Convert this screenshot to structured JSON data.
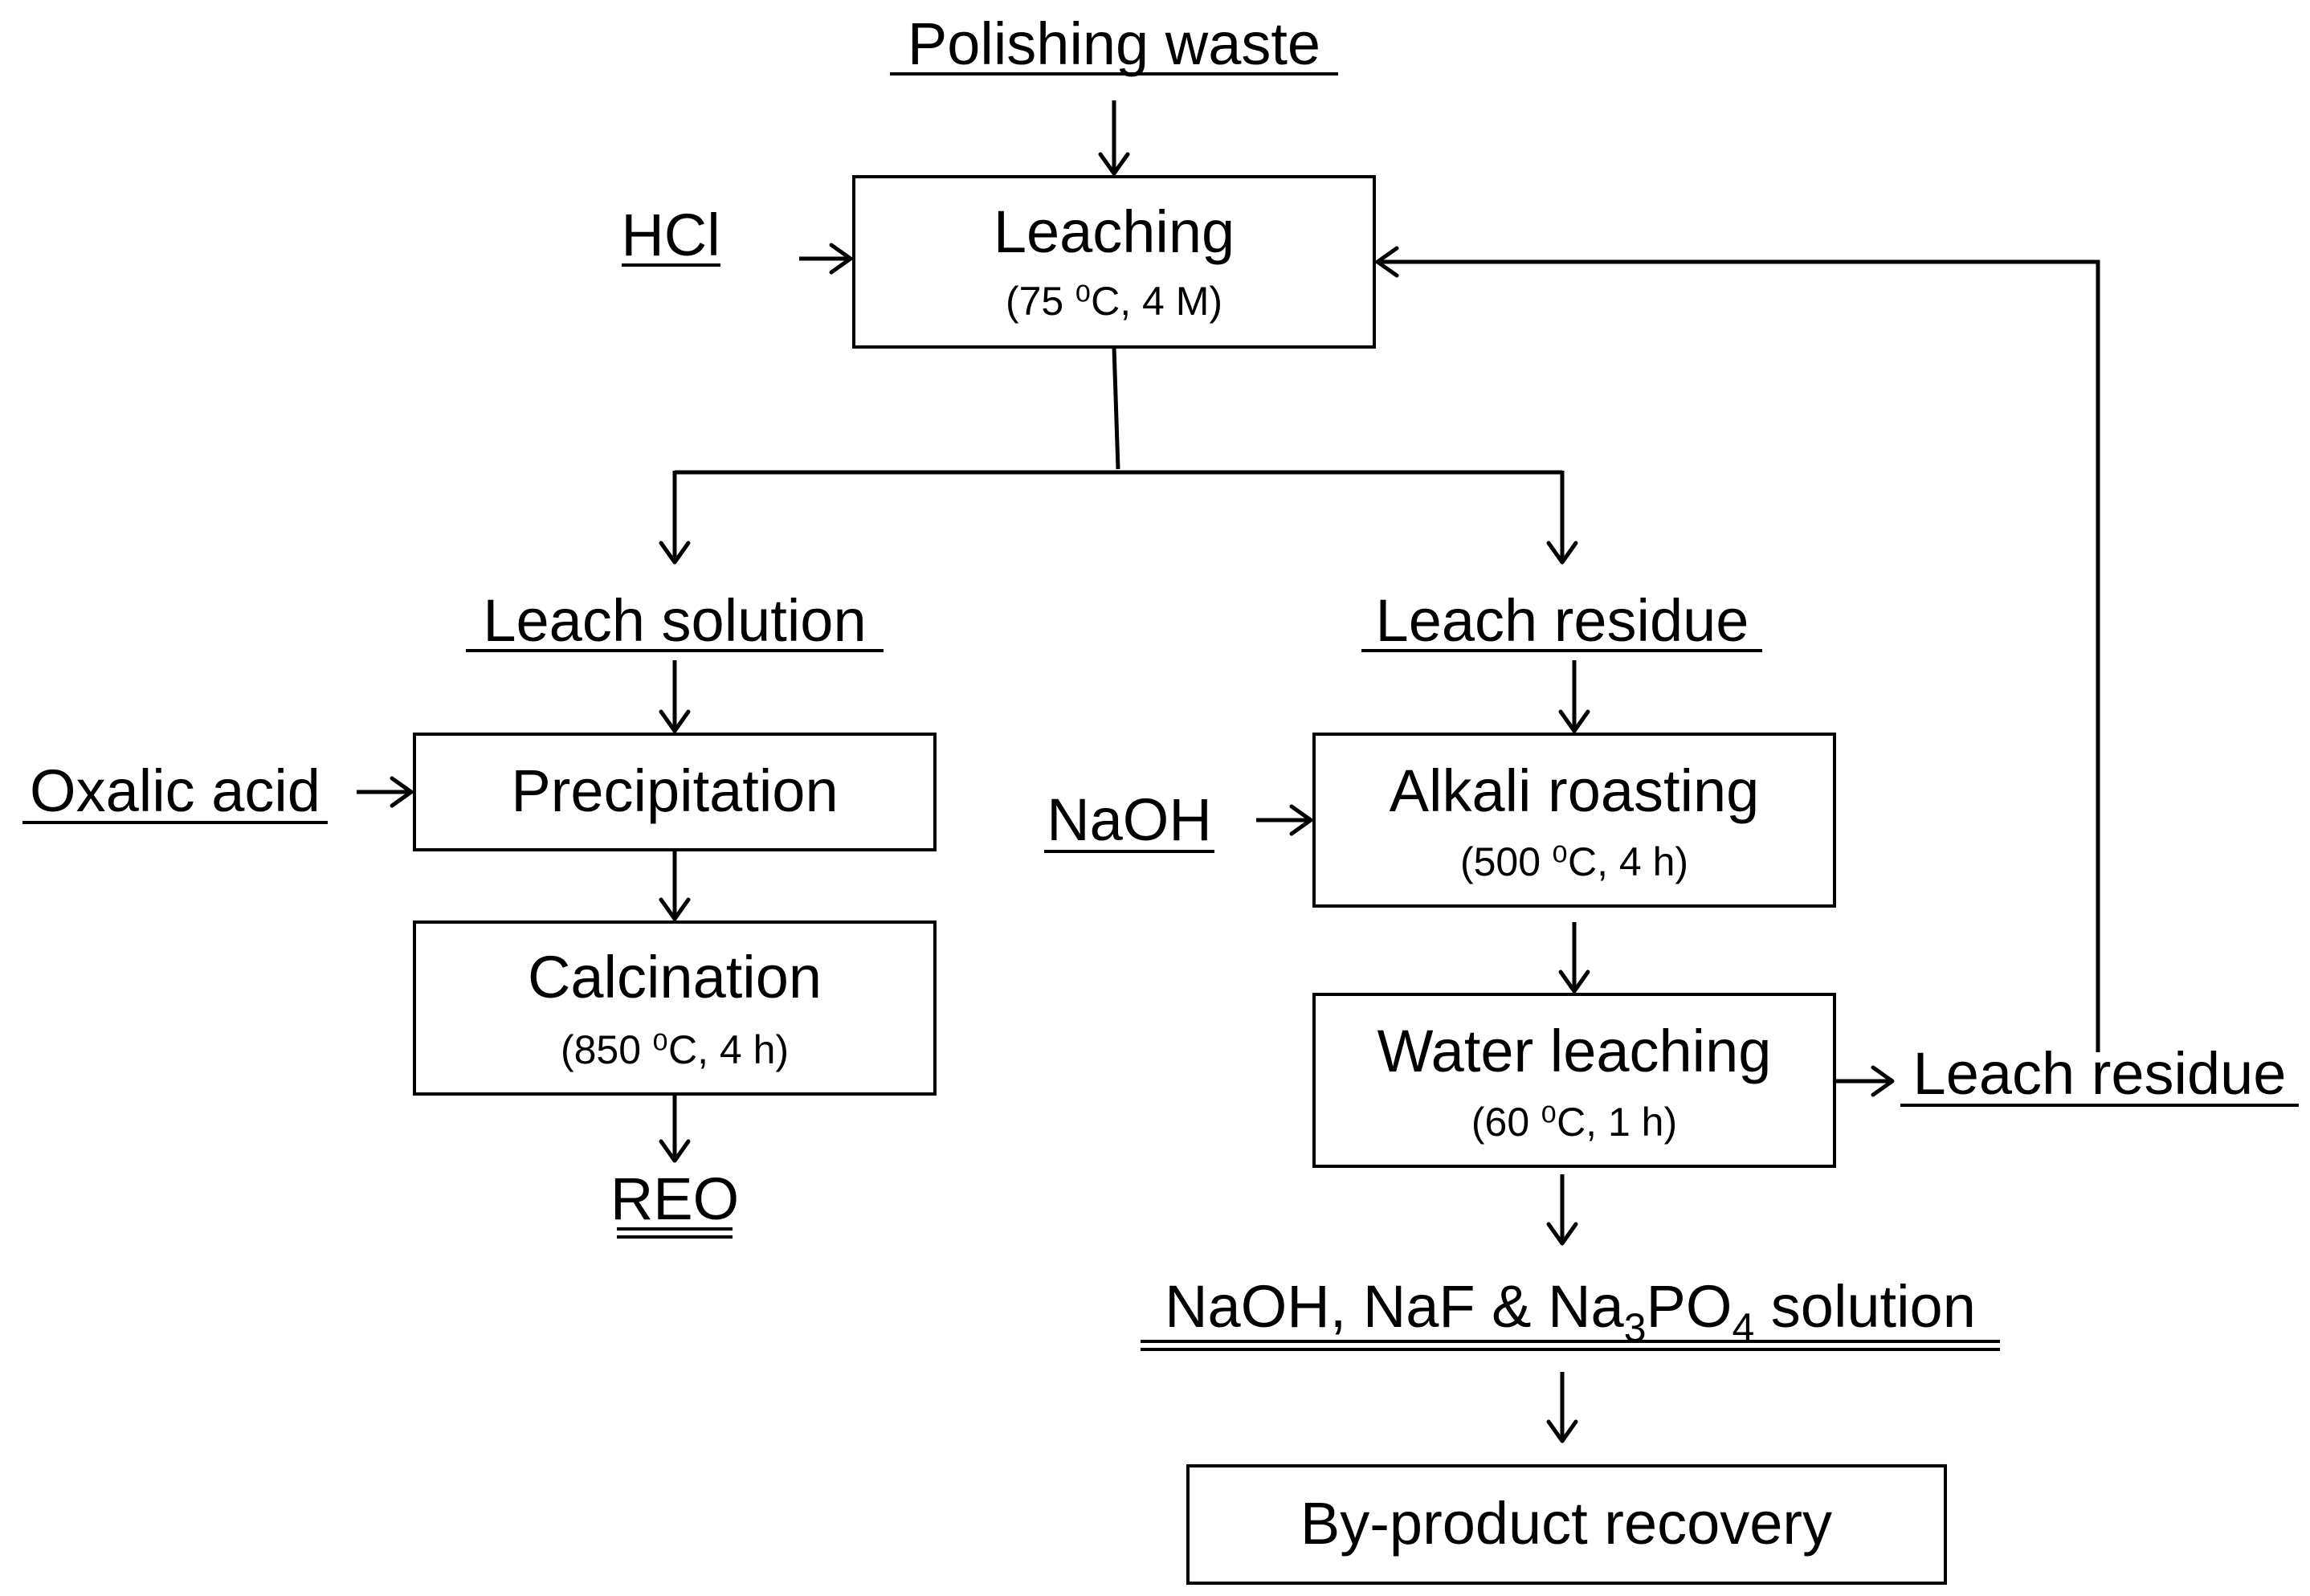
{
  "inputs": {
    "polishing_waste": "Polishing waste",
    "hcl": "HCl",
    "oxalic_acid": "Oxalic acid",
    "naoh": "NaOH"
  },
  "steps": {
    "leaching": {
      "label": "Leaching",
      "condition": "(75 ⁰C, 4 M)"
    },
    "precipitation": {
      "label": "Precipitation"
    },
    "calcination": {
      "label": "Calcination",
      "condition": "(850 ⁰C, 4 h)"
    },
    "alkali_roasting": {
      "label": "Alkali roasting",
      "condition": "(500 ⁰C, 4 h)"
    },
    "water_leaching": {
      "label": "Water leaching",
      "condition": "(60 ⁰C, 1 h)"
    },
    "byproduct_recovery": {
      "label": "By-product recovery"
    }
  },
  "streams": {
    "leach_solution": "Leach solution",
    "leach_residue": "Leach residue",
    "leach_residue_recycle": "Leach residue",
    "reo": "REO",
    "na_solution": {
      "part1": "NaOH, NaF & Na",
      "sub1": "3",
      "part2": "PO",
      "sub2": "4",
      "part3": " solution"
    }
  }
}
